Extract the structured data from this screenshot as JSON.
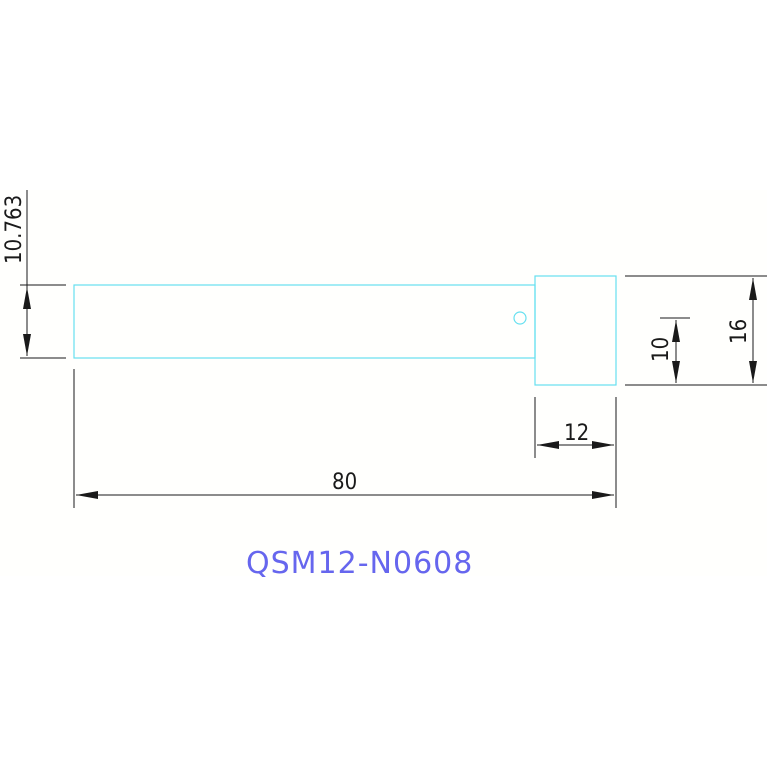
{
  "drawing": {
    "part_number": "QSM12-N0608",
    "colors": {
      "outline": "#66e0f0",
      "dimension": "#1a1a1a",
      "label": "#6666ee",
      "background": "#fffffd"
    },
    "dimensions": {
      "offset_vertical": "10.763",
      "inner_diameter": "10",
      "outer_diameter": "16",
      "head_length": "12",
      "total_length": "80"
    }
  }
}
